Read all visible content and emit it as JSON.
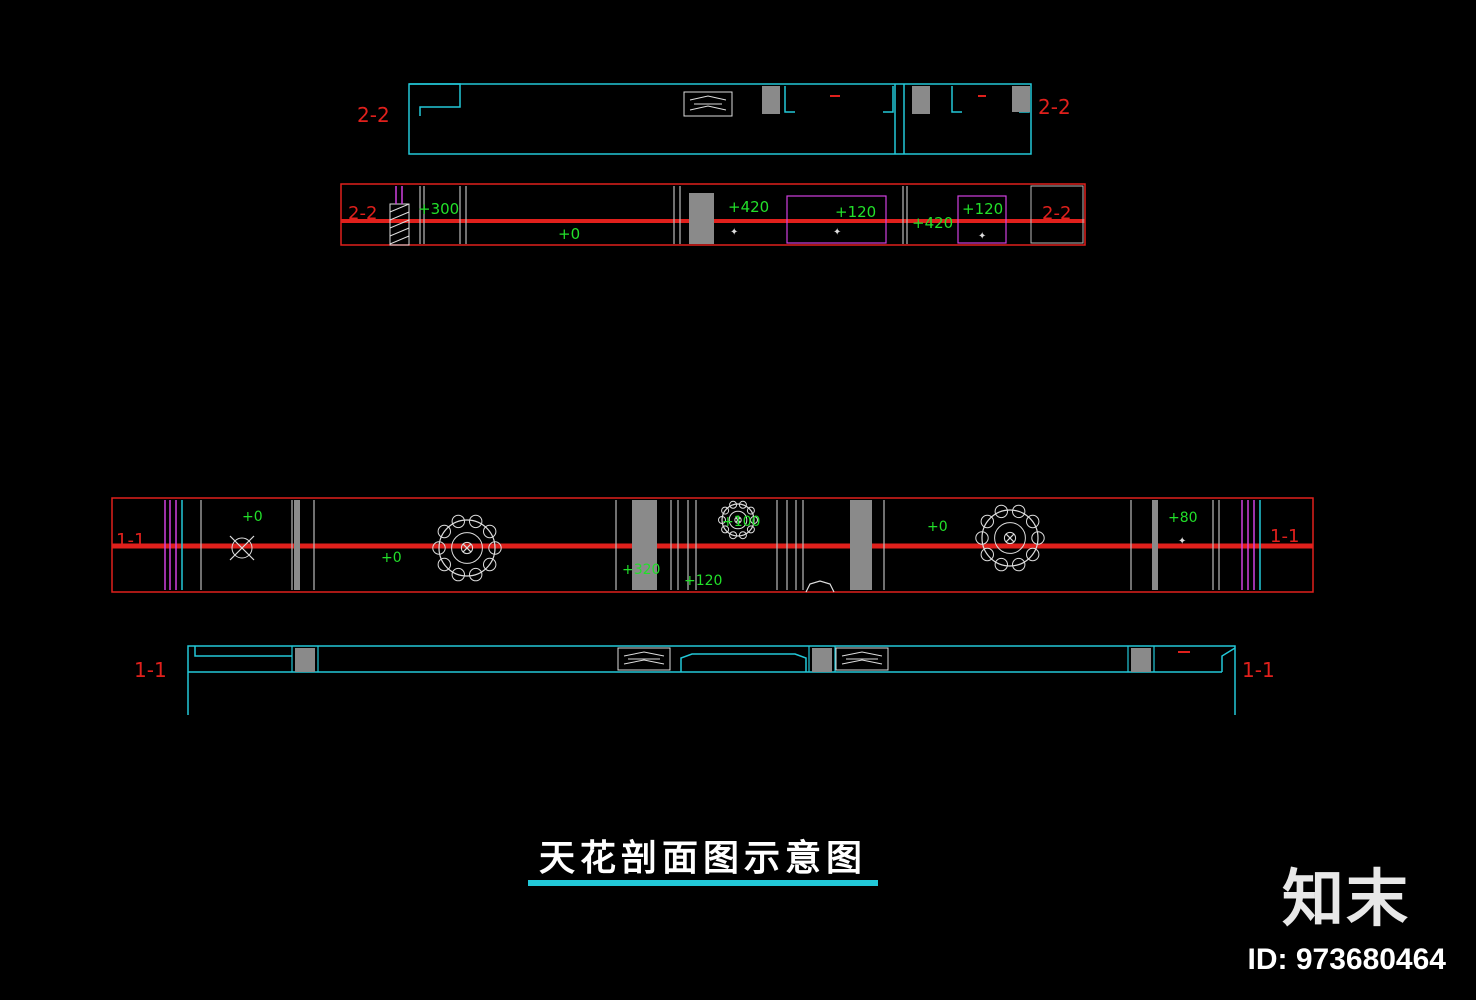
{
  "drawing": {
    "title": "天花剖面图示意图",
    "colors": {
      "background": "#000000",
      "section_outline": "#22c8d8",
      "plan_outline": "#e0201c",
      "section_mark": "#e0201c",
      "level_text": "#22e02a",
      "fixture_fill": "#8a8a8a",
      "accent_magenta": "#d040e0",
      "title_underline": "#22c8d8"
    },
    "section_marks": {
      "top_section_left": "2-2",
      "top_section_right": "2-2",
      "top_plan_left": "2-2",
      "top_plan_right": "2-2",
      "bottom_plan_left": "1-1",
      "bottom_plan_right": "1-1",
      "bottom_section_left": "1-1",
      "bottom_section_right": "1-1"
    },
    "top_plan_levels": [
      "+300",
      "+0",
      "+420",
      "+120",
      "+420",
      "+120"
    ],
    "bottom_plan_levels": [
      "+0",
      "+0",
      "+320",
      "+120",
      "+100",
      "+0",
      "+80"
    ]
  },
  "branding": {
    "logo_text": "知末",
    "image_id": "ID: 973680464"
  }
}
